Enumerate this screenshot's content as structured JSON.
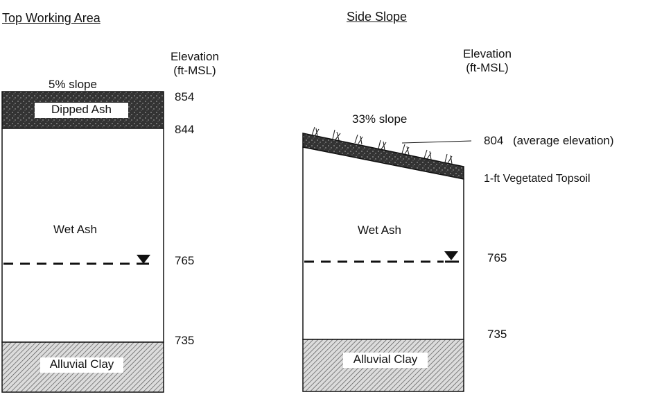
{
  "left": {
    "heading": "Top Working Area",
    "elevation_header": [
      "Elevation",
      "(ft-MSL)"
    ],
    "slope_label": "5% slope",
    "cap_label": "Dipped Ash",
    "body_label": "Wet Ash",
    "base_label": "Alluvial Clay",
    "elevations": [
      "854",
      "844",
      "765",
      "735"
    ]
  },
  "right": {
    "heading": "Side Slope",
    "elevation_header": [
      "Elevation",
      "(ft-MSL)"
    ],
    "slope_label": "33% slope",
    "cap_label": "1-ft Vegetated Topsoil",
    "body_label": "Wet Ash",
    "base_label": "Alluvial Clay",
    "elevations": [
      "804",
      "765",
      "735"
    ],
    "average_note": "(average elevation)"
  },
  "colors": {
    "line": "#111111",
    "cap_fill": "#3a3a3a",
    "hatch": "#555555"
  },
  "symbols": {
    "water_table": "inverted-triangle-icon"
  }
}
